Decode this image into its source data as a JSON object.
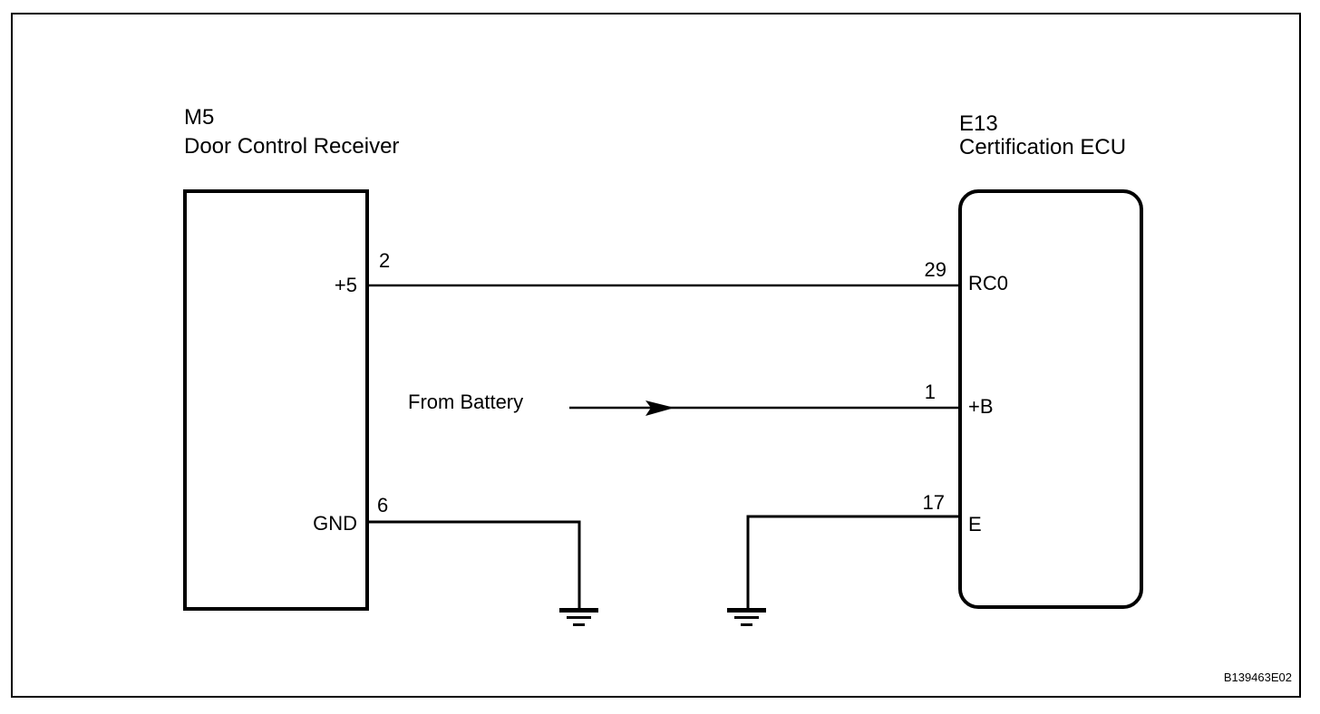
{
  "diagram": {
    "figure_code": "B139463E02",
    "line_color": "#000000",
    "background": "#ffffff"
  },
  "components": {
    "left": {
      "connector_id": "M5",
      "name": "Door Control Receiver",
      "pins": [
        {
          "number": "2",
          "label": "+5"
        },
        {
          "number": "6",
          "label": "GND"
        }
      ]
    },
    "right": {
      "connector_id": "E13",
      "name": "Certification ECU",
      "pins": [
        {
          "number": "29",
          "label": "RC0"
        },
        {
          "number": "1",
          "label": "+B"
        },
        {
          "number": "17",
          "label": "E"
        }
      ]
    }
  },
  "wires": [
    {
      "from": "M5 pin 2 (+5)",
      "to": "E13 pin 29 (RC0)"
    },
    {
      "from": "From Battery",
      "to": "E13 pin 1 (+B)"
    },
    {
      "from": "M5 pin 6 (GND)",
      "to": "ground"
    },
    {
      "from": "E13 pin 17 (E)",
      "to": "ground"
    }
  ],
  "annotations": {
    "battery_source": "From Battery"
  }
}
